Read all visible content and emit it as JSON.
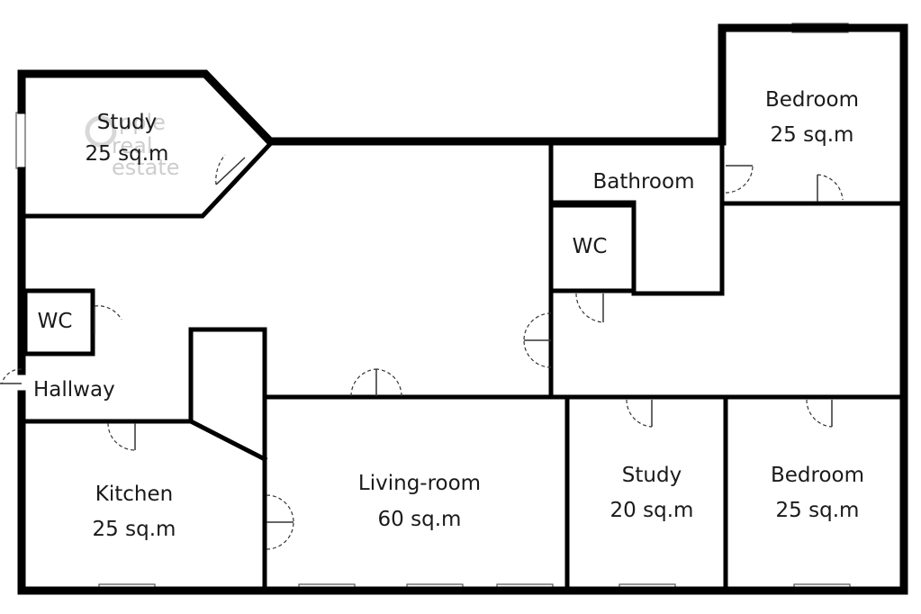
{
  "watermark": {
    "lines": [
      "pple",
      "real",
      "estate"
    ]
  },
  "rooms": [
    {
      "id": "study-1",
      "name": "Study",
      "area": "25 sq.m"
    },
    {
      "id": "bedroom-1",
      "name": "Bedroom",
      "area": "25 sq.m"
    },
    {
      "id": "bathroom",
      "name": "Bathroom",
      "area": ""
    },
    {
      "id": "wc-1",
      "name": "WC",
      "area": ""
    },
    {
      "id": "wc-2",
      "name": "WC",
      "area": ""
    },
    {
      "id": "hallway",
      "name": "Hallway",
      "area": ""
    },
    {
      "id": "kitchen",
      "name": "Kitchen",
      "area": "25 sq.m"
    },
    {
      "id": "living-room",
      "name": "Living-room",
      "area": "60 sq.m"
    },
    {
      "id": "study-2",
      "name": "Study",
      "area": "20 sq.m"
    },
    {
      "id": "bedroom-2",
      "name": "Bedroom",
      "area": "25 sq.m"
    }
  ]
}
